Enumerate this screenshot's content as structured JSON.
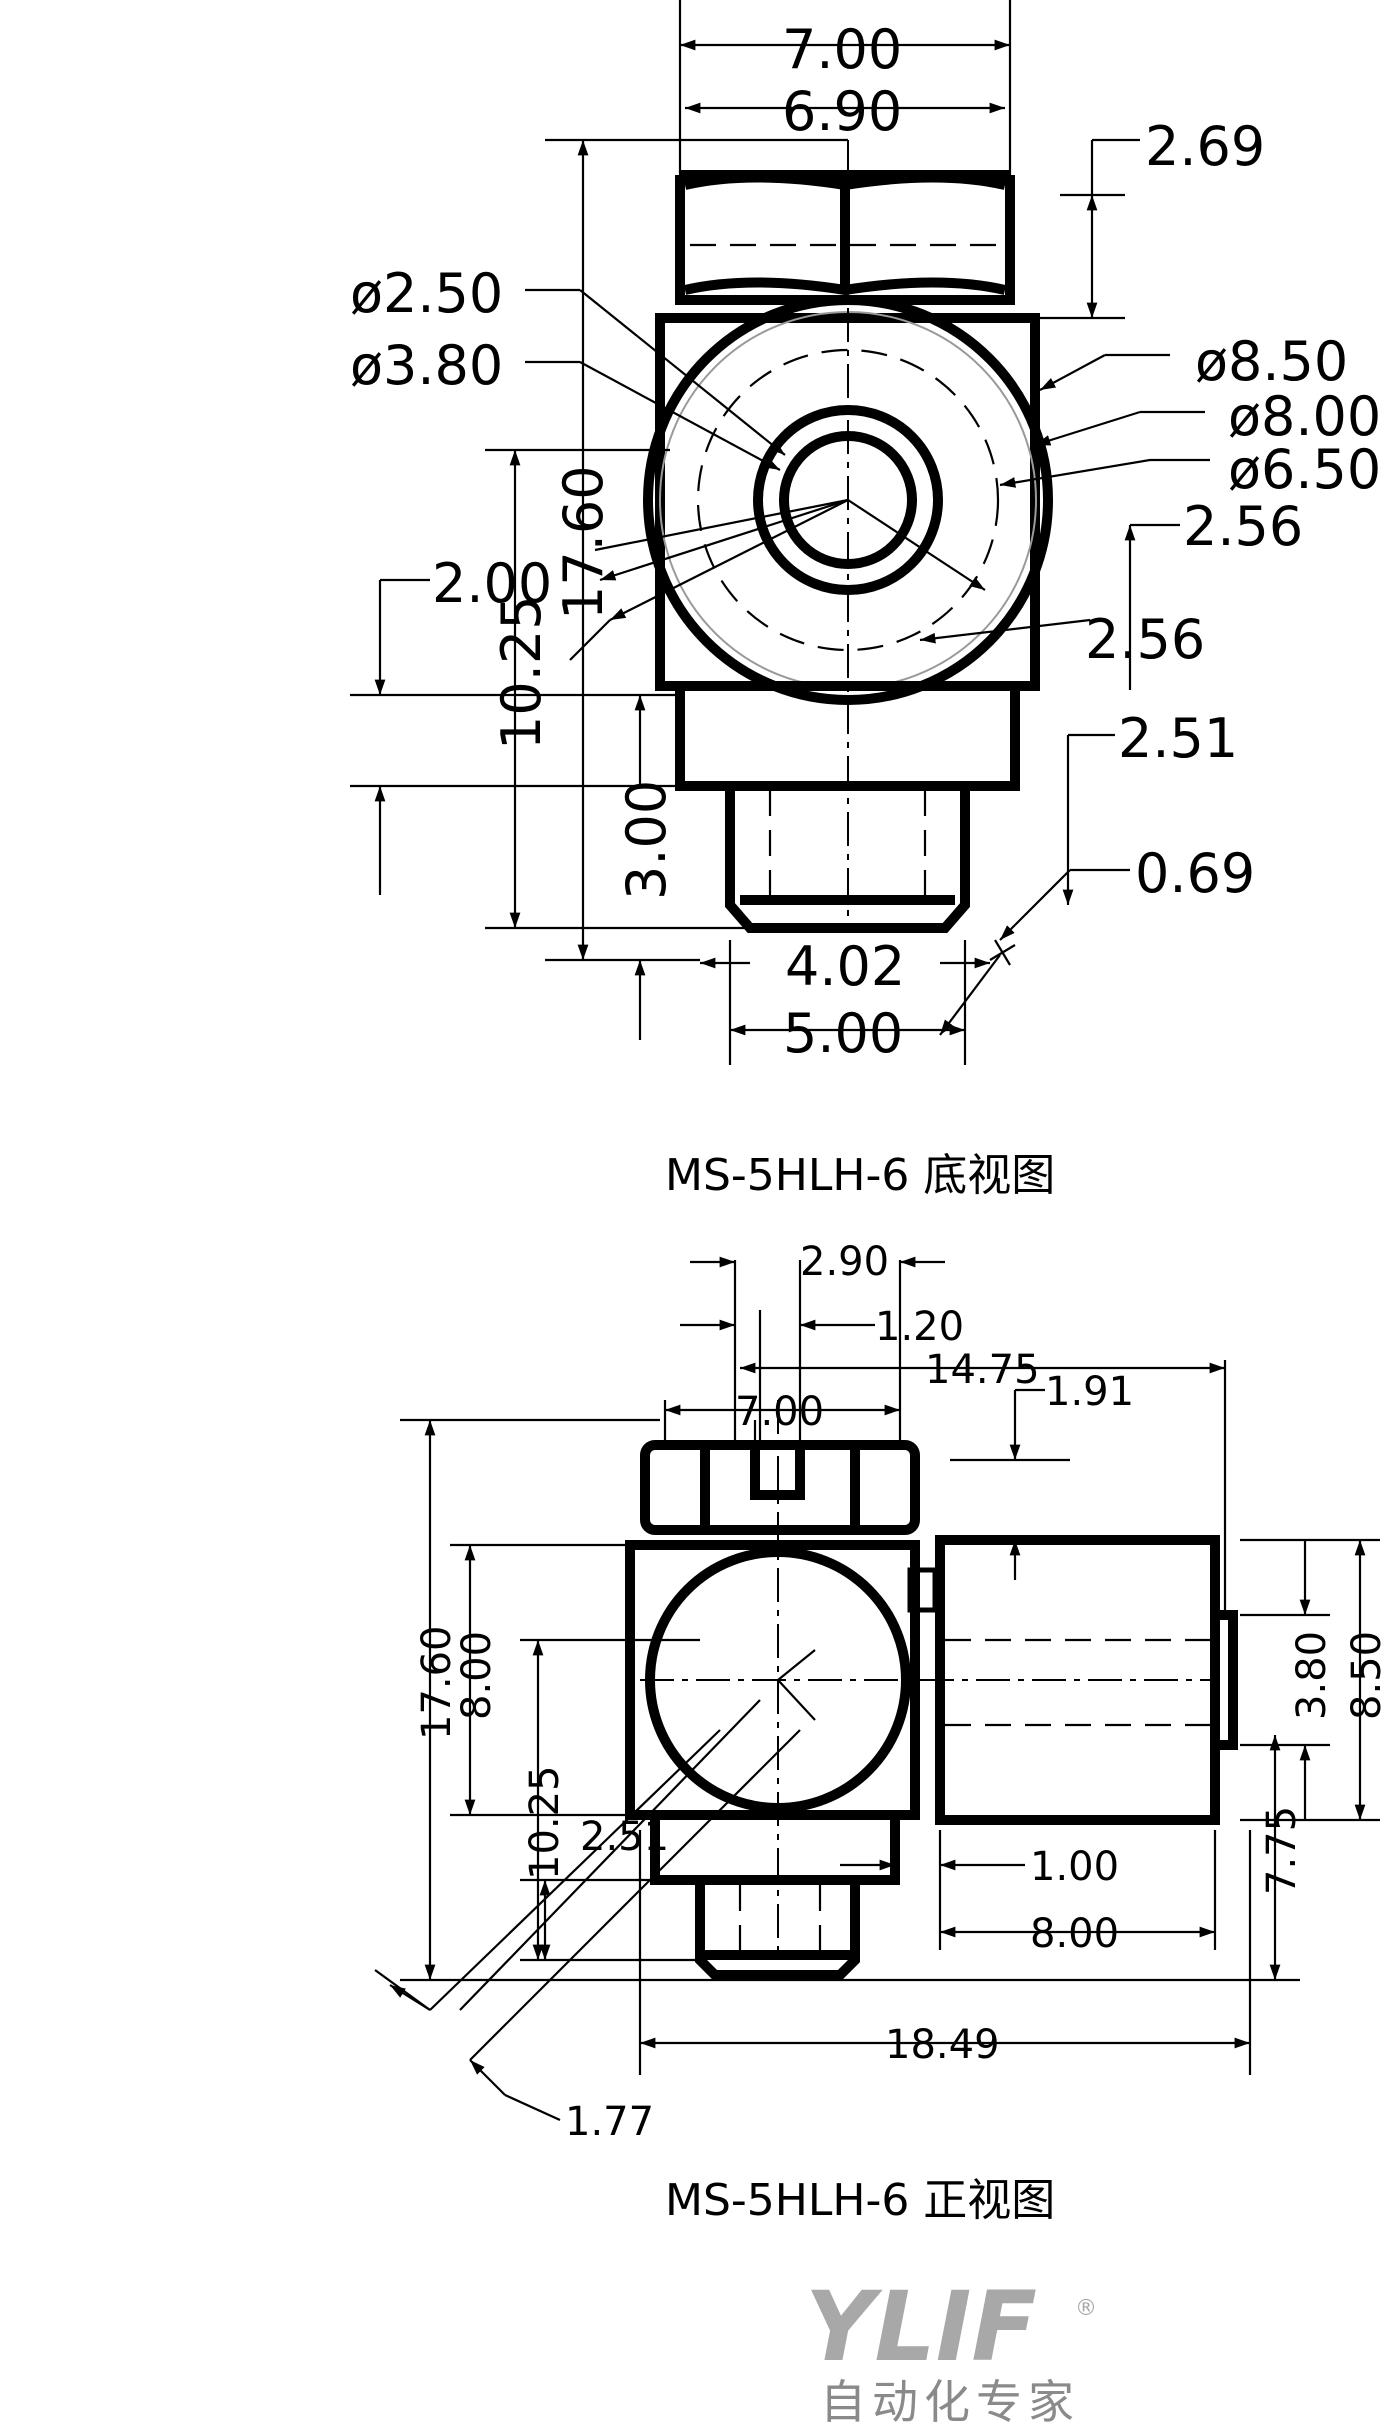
{
  "bottom_view": {
    "caption": "MS-5HLH-6 底视图",
    "dims": {
      "w700": "7.00",
      "w690": "6.90",
      "d269": "2.69",
      "d250": "ø2.50",
      "d380": "ø3.80",
      "d850": "ø8.50",
      "d800": "ø8.00",
      "d650": "ø6.50",
      "d256a": "2.56",
      "d256b": "2.56",
      "d200": "2.00",
      "d1760": "17.60",
      "d1025": "10.25",
      "d251": "2.51",
      "d300": "3.00",
      "d069": "0.69",
      "d402": "4.02",
      "d500": "5.00"
    }
  },
  "front_view": {
    "caption": "MS-5HLH-6 正视图",
    "dims": {
      "d290": "2.90",
      "d120": "1.20",
      "d1475": "14.75",
      "d191": "1.91",
      "d700": "7.00",
      "d1760": "17.60",
      "d800v": "8.00",
      "d380": "3.80",
      "d850": "8.50",
      "d1025": "10.25",
      "d251": "2.51",
      "d100": "1.00",
      "d800h": "8.00",
      "d775": "7.75",
      "d1849": "18.49",
      "d177": "1.77"
    }
  },
  "logo": {
    "brand": "YLIF",
    "reg": "®",
    "tagline": "自动化专家"
  }
}
